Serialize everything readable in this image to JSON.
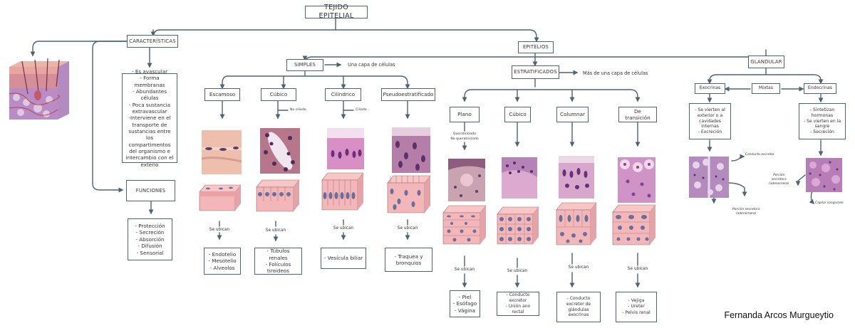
{
  "title": "TEJIDO EPITELIAL",
  "caracteristicas": {
    "label": "CARACTERÍSTICAS",
    "items": "- Es avascular\n- Forma membranas\n- Abundantes células\n- Poca sustancia extravascular\n-Interviene en el transporte de sustancias entre los compartimentos del organismo e intercambio con el exterio"
  },
  "funciones": {
    "label": "FUNCIONES",
    "items": "- Protección\n- Secreción\n- Absorción\n- Difusión\n- Sensorial"
  },
  "epitelios": {
    "label": "EPITELIOS"
  },
  "simples": {
    "label": "SIMPLES",
    "note": "Una capa de células",
    "types": [
      {
        "label": "Escamoso",
        "ubican": "Se ubican",
        "where": "- Endotelio\n- Mesotelio\n- Alveolos"
      },
      {
        "label": "Cúbico",
        "note": "No ciliado",
        "ubican": "Se ubican",
        "where": "- Túbulos renales\n- Folículos tiroideos"
      },
      {
        "label": "Cilíndrico",
        "note": "Ciliado",
        "ubican": "Se ubican",
        "where": "- Vesícula biliar"
      },
      {
        "label": "Pseudoestratificado",
        "ubican": "Se ubican",
        "where": "- Traquea y bronquios"
      }
    ]
  },
  "estratificados": {
    "label": "ESTRATIFICADOS",
    "note": "Más de una capa de células",
    "types": [
      {
        "label": "Plano",
        "note": "Queratinizado\nNo queratinizado",
        "ubican": "Se ubican",
        "where": "- Piel\n- Esófago\n- Vágina"
      },
      {
        "label": "Cúbico",
        "ubican": "Se ubican",
        "where": "- Conducto excretor\n- Unión ano rectal"
      },
      {
        "label": "Columnar",
        "ubican": "Se ubican",
        "where": "- Conducto excretor de glándulas exocrinas"
      },
      {
        "label": "De transición",
        "ubican": "Se ubican",
        "where": "- Vejiga\n- Ureter\n- Pelvis renal"
      }
    ]
  },
  "glandular": {
    "label": "GLANDULAR",
    "exocrinas": {
      "label": "Exocrinas",
      "desc": "- Se vierten al exterior o a cavidades internas\n- Excreción"
    },
    "mixtas": {
      "label": "Mixtas"
    },
    "endocrinas": {
      "label": "Endocrinas",
      "desc": "- Sintetizan hormonas\n- Se vierten en la sangre\n- Secreción"
    },
    "labels": {
      "conducto": "Conducto excretor",
      "porcion_right": "Porción\nsecretora\n(adenomero)",
      "porcion_bottom": "Porción secretora\n(adenomero)",
      "capilar": "Capilar sanguineo"
    }
  },
  "author": "Fernanda Arcos Murgueytio",
  "colors": {
    "line": "#4d6473",
    "tissue_pink": "#f3b7b9",
    "nucleus": "#6b6e9c",
    "stain_purple": "#a56ba8"
  }
}
